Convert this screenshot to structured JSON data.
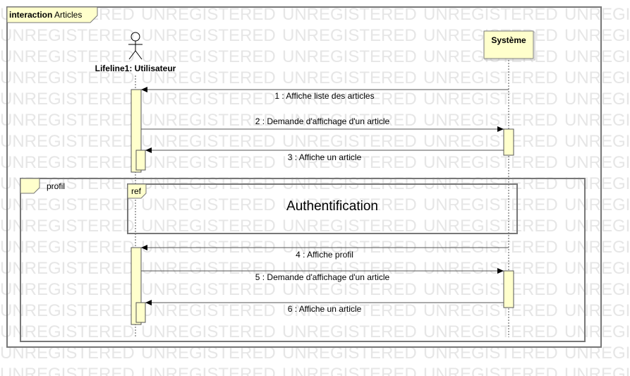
{
  "frame": {
    "keyword": "interaction",
    "name": "Articles"
  },
  "watermark": "UNREGISTERED",
  "lifelines": [
    {
      "label": "Lifeline1: Utilisateur",
      "kind": "actor"
    },
    {
      "label": "Système",
      "kind": "object"
    }
  ],
  "messages": [
    {
      "text": "1 : Affiche liste des articles"
    },
    {
      "text": "2 : Demande d'affichage d'un article"
    },
    {
      "text": "3 : Affiche un article"
    },
    {
      "text": "4 : Affiche profil"
    },
    {
      "text": "5 : Demande d'affichage d'un article"
    },
    {
      "text": "6 : Affiche un article"
    }
  ],
  "fragment": {
    "name": "profil"
  },
  "interaction_use": {
    "operator": "ref",
    "name": "Authentification"
  },
  "colors": {
    "activation_fill": "#ffffcc",
    "object_fill": "#ffffcc",
    "frame_tab": "#ffffcc",
    "line": "#555555"
  }
}
